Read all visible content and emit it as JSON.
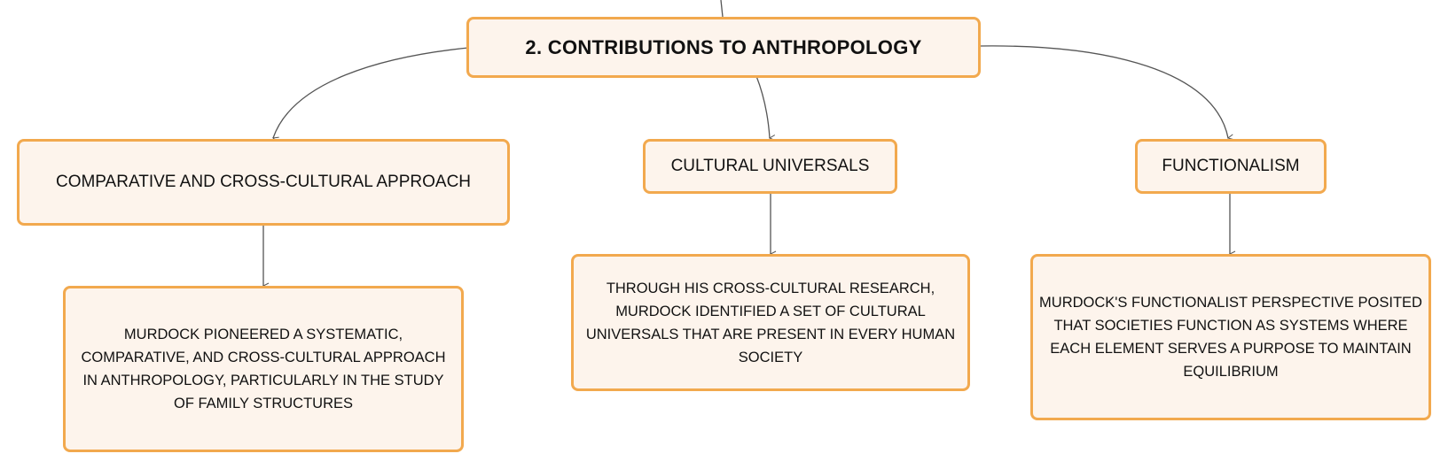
{
  "root": {
    "title": "2. CONTRIBUTIONS TO ANTHROPOLOGY"
  },
  "topics": [
    {
      "label": "COMPARATIVE AND CROSS-CULTURAL APPROACH",
      "detail": "MURDOCK PIONEERED A SYSTEMATIC, COMPARATIVE, AND CROSS-CULTURAL APPROACH IN ANTHROPOLOGY, PARTICULARLY IN THE STUDY OF FAMILY STRUCTURES"
    },
    {
      "label": "CULTURAL UNIVERSALS",
      "detail": "THROUGH HIS CROSS-CULTURAL RESEARCH, MURDOCK IDENTIFIED A SET OF CULTURAL UNIVERSALS THAT ARE PRESENT IN EVERY HUMAN SOCIETY"
    },
    {
      "label": "FUNCTIONALISM",
      "detail": "MURDOCK'S FUNCTIONALIST PERSPECTIVE POSITED THAT SOCIETIES FUNCTION AS SYSTEMS WHERE EACH ELEMENT SERVES A PURPOSE TO MAINTAIN EQUILIBRIUM"
    }
  ],
  "colors": {
    "node_fill": "#fdf4ec",
    "node_border": "#f2a94e",
    "connector": "#555555",
    "text": "#111111"
  }
}
